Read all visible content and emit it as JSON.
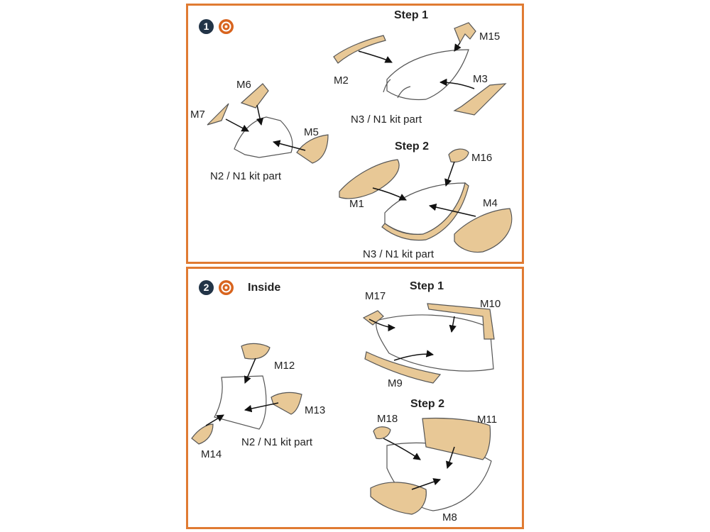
{
  "colors": {
    "frame": "#e07b32",
    "mask": "#e8c896",
    "badge": "#223447",
    "tool": "#d8641e"
  },
  "section1": {
    "number": "1",
    "tool_icon": "polishing-tool-icon",
    "step1_title": "Step 1",
    "step2_title": "Step 2",
    "labels": {
      "m15": "M15",
      "m2": "M2",
      "m3": "M3",
      "n3_step1": "N3 / N1 kit part",
      "m6": "M6",
      "m7": "M7",
      "m5": "M5",
      "n2": "N2 / N1 kit part",
      "m16": "M16",
      "m1": "M1",
      "m4": "M4",
      "n3_step2": "N3 / N1 kit part"
    }
  },
  "section2": {
    "number": "2",
    "tool_icon": "polishing-tool-icon",
    "inside_title": "Inside",
    "step1_title": "Step 1",
    "step2_title": "Step 2",
    "labels": {
      "m17": "M17",
      "m10": "M10",
      "m9": "M9",
      "m12": "M12",
      "m13": "M13",
      "m14": "M14",
      "n2": "N2 / N1 kit part",
      "m18": "M18",
      "m11": "M11",
      "m8": "M8"
    }
  }
}
